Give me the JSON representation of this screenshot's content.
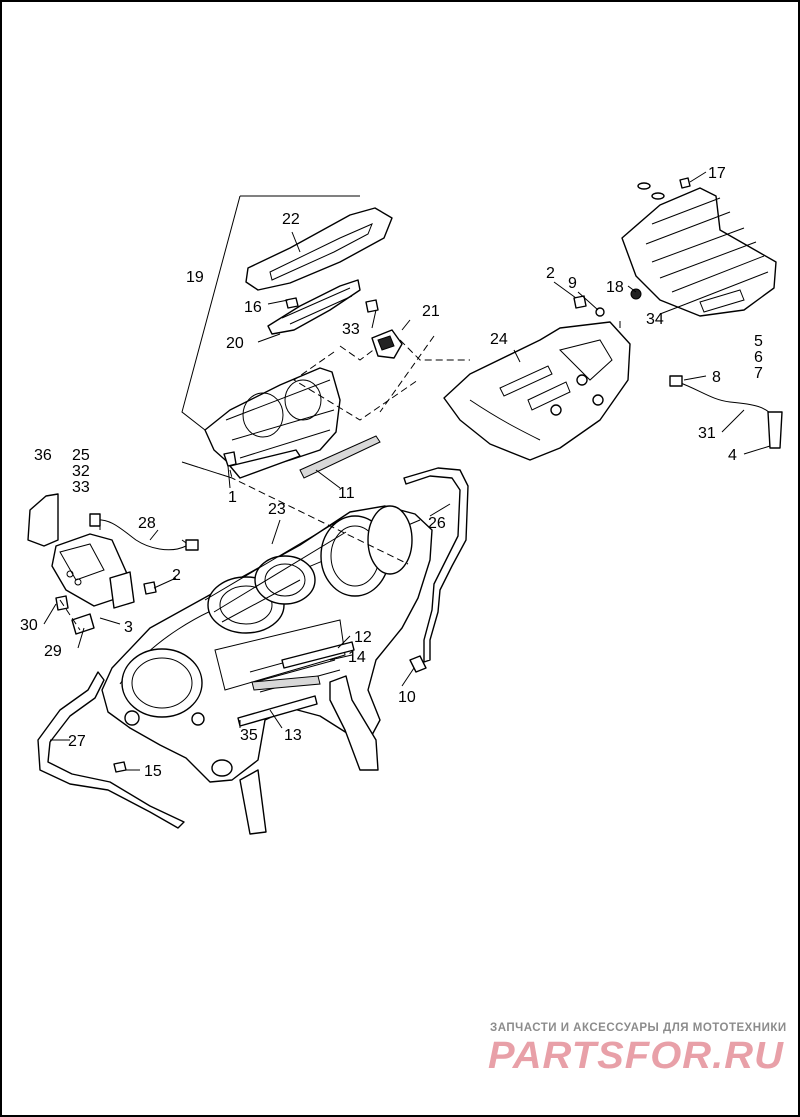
{
  "diagram": {
    "callouts": {
      "c1": "1",
      "c2a": "2",
      "c2b": "2",
      "c3": "3",
      "c4": "4",
      "c5": "5",
      "c6": "6",
      "c7": "7",
      "c8": "8",
      "c9": "9",
      "c10": "10",
      "c11": "11",
      "c12": "12",
      "c13": "13",
      "c14": "14",
      "c15": "15",
      "c16": "16",
      "c17": "17",
      "c18": "18",
      "c19": "19",
      "c20": "20",
      "c21": "21",
      "c22": "22",
      "c23": "23",
      "c24": "24",
      "c25": "25",
      "c26": "26",
      "c27": "27",
      "c28": "28",
      "c29": "29",
      "c30": "30",
      "c31": "31",
      "c32": "32",
      "c33a": "33",
      "c33b": "33",
      "c34": "34",
      "c35": "35",
      "c36": "36"
    }
  },
  "watermark": {
    "tagline": "ЗАПЧАСТИ И АКСЕССУАРЫ ДЛЯ МОТОТЕХНИКИ",
    "logo_text": "PARTSFOR.RU",
    "logo_color": "#e8a0a8"
  },
  "colors": {
    "line": "#000000",
    "background": "#ffffff",
    "watermark_gray": "#8c8c8c"
  }
}
